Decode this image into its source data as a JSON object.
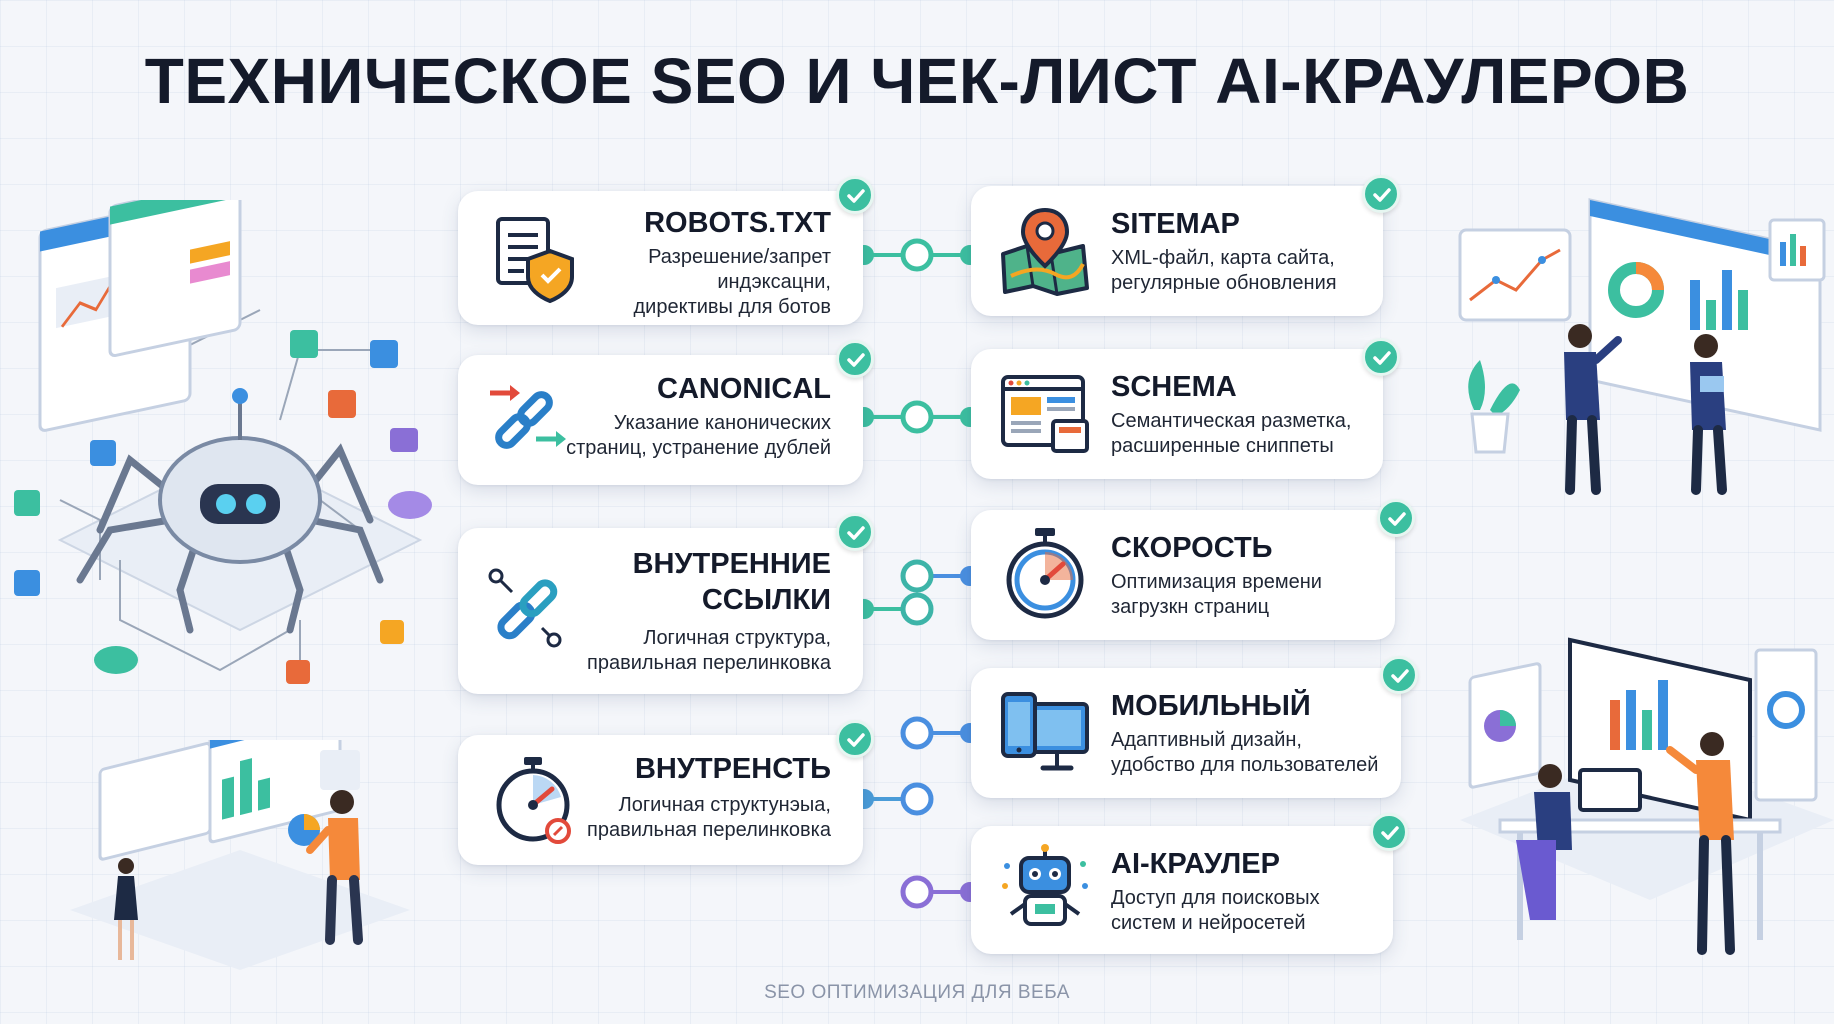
{
  "title": "ТЕХНИЧЕСКОЕ SEO И ЧЕК-ЛИСТ AI-КРАУЛЕРОВ",
  "footer": "SEO ОПТИМИЗАЦИЯ ДЛЯ ВЕБА",
  "colors": {
    "accent_green": "#3cbfa0",
    "accent_blue": "#3b8fe0",
    "accent_purple": "#8a6fd6",
    "text": "#141a2a"
  },
  "left_cards": [
    {
      "title": "ROBOTS.TXT",
      "desc": [
        "Разрешение/запрет",
        "индэксацни,",
        "директивы для ботов"
      ],
      "icon": "document-shield-icon"
    },
    {
      "title": "CANONICAL",
      "desc": [
        "Указание канонических",
        "страниц, устранение дублей"
      ],
      "icon": "chain-link-arrows-icon"
    },
    {
      "title": [
        "ВНУТРЕННИЕ",
        "ССЫЛКИ"
      ],
      "desc": [
        "Логичная структура,",
        "правильная перелинковка"
      ],
      "icon": "chain-link-nodes-icon"
    },
    {
      "title": "ВНУТРЕНСТЬ",
      "desc": [
        "Логичная структунэыа,",
        "правильная перелинковка"
      ],
      "icon": "stopwatch-icon"
    }
  ],
  "right_cards": [
    {
      "title": "SITEMAP",
      "desc": [
        "XML-файл, карта сайта,",
        "регулярные обновления"
      ],
      "icon": "map-pin-icon"
    },
    {
      "title": "SCHEMA",
      "desc": [
        "Семантическая разметка,",
        "расширенные сниппеты"
      ],
      "icon": "browser-layout-icon"
    },
    {
      "title": "СКОРОСТЬ",
      "desc": [
        "Оптимизация времени",
        "загрузкн страниц"
      ],
      "icon": "stopwatch-icon"
    },
    {
      "title": "МОБИЛЬНЫЙ",
      "desc": [
        "Адаптивный дизайн,",
        "удобство для пользователей"
      ],
      "icon": "phone-monitor-icon"
    },
    {
      "title": "AI-КРАУЛЕР",
      "desc": [
        "Доступ для поисковых",
        "систем и нейросетей"
      ],
      "icon": "robot-icon"
    }
  ]
}
